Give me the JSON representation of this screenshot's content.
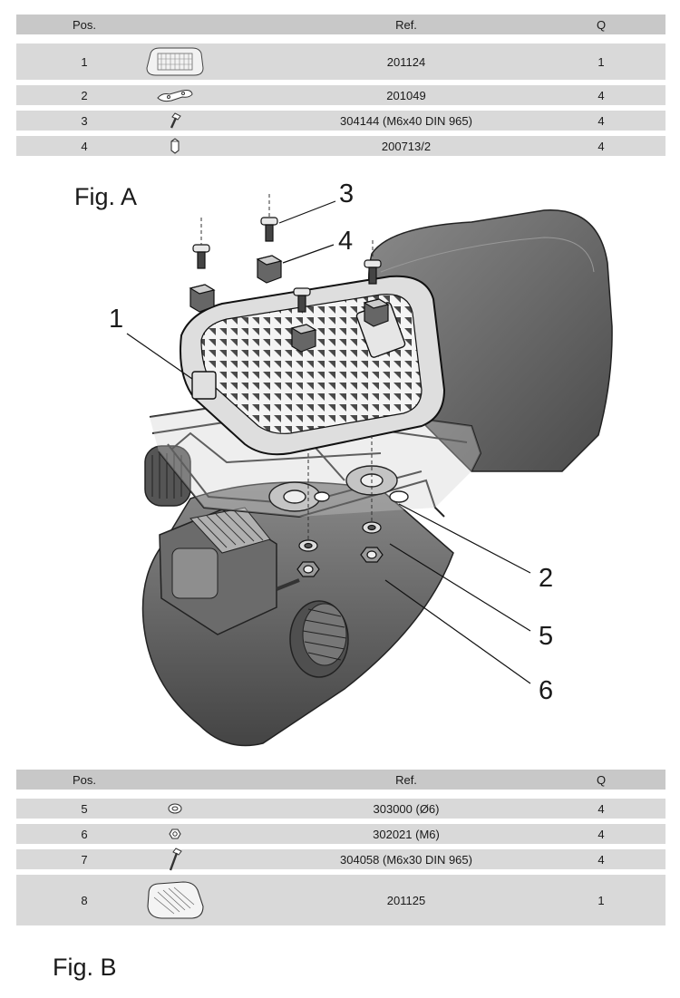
{
  "table_top": {
    "header": {
      "pos": "Pos.",
      "ref": "Ref.",
      "q": "Q"
    },
    "rows": [
      {
        "pos": "1",
        "icon": "top-plate-icon",
        "ref": "201124",
        "q": "1"
      },
      {
        "pos": "2",
        "icon": "metal-bracket-icon",
        "ref": "201049",
        "q": "4"
      },
      {
        "pos": "3",
        "icon": "screw-icon",
        "ref": "304144 (M6x40 DIN 965)",
        "q": "4"
      },
      {
        "pos": "4",
        "icon": "spacer-icon",
        "ref": "200713/2",
        "q": "4"
      }
    ]
  },
  "figure_a": {
    "label": "Fig. A",
    "callouts": [
      "1",
      "2",
      "3",
      "4",
      "5",
      "6"
    ]
  },
  "table_bottom": {
    "header": {
      "pos": "Pos.",
      "ref": "Ref.",
      "q": "Q"
    },
    "rows": [
      {
        "pos": "5",
        "icon": "washer-icon",
        "ref": "303000 (Ø6)",
        "q": "4"
      },
      {
        "pos": "6",
        "icon": "nut-icon",
        "ref": "302021 (M6)",
        "q": "4"
      },
      {
        "pos": "7",
        "icon": "long-screw-icon",
        "ref": "304058 (M6x30 DIN 965)",
        "q": "4"
      },
      {
        "pos": "8",
        "icon": "cover-plate-icon",
        "ref": "201125",
        "q": "1"
      }
    ]
  },
  "figure_b": {
    "label": "Fig. B"
  }
}
